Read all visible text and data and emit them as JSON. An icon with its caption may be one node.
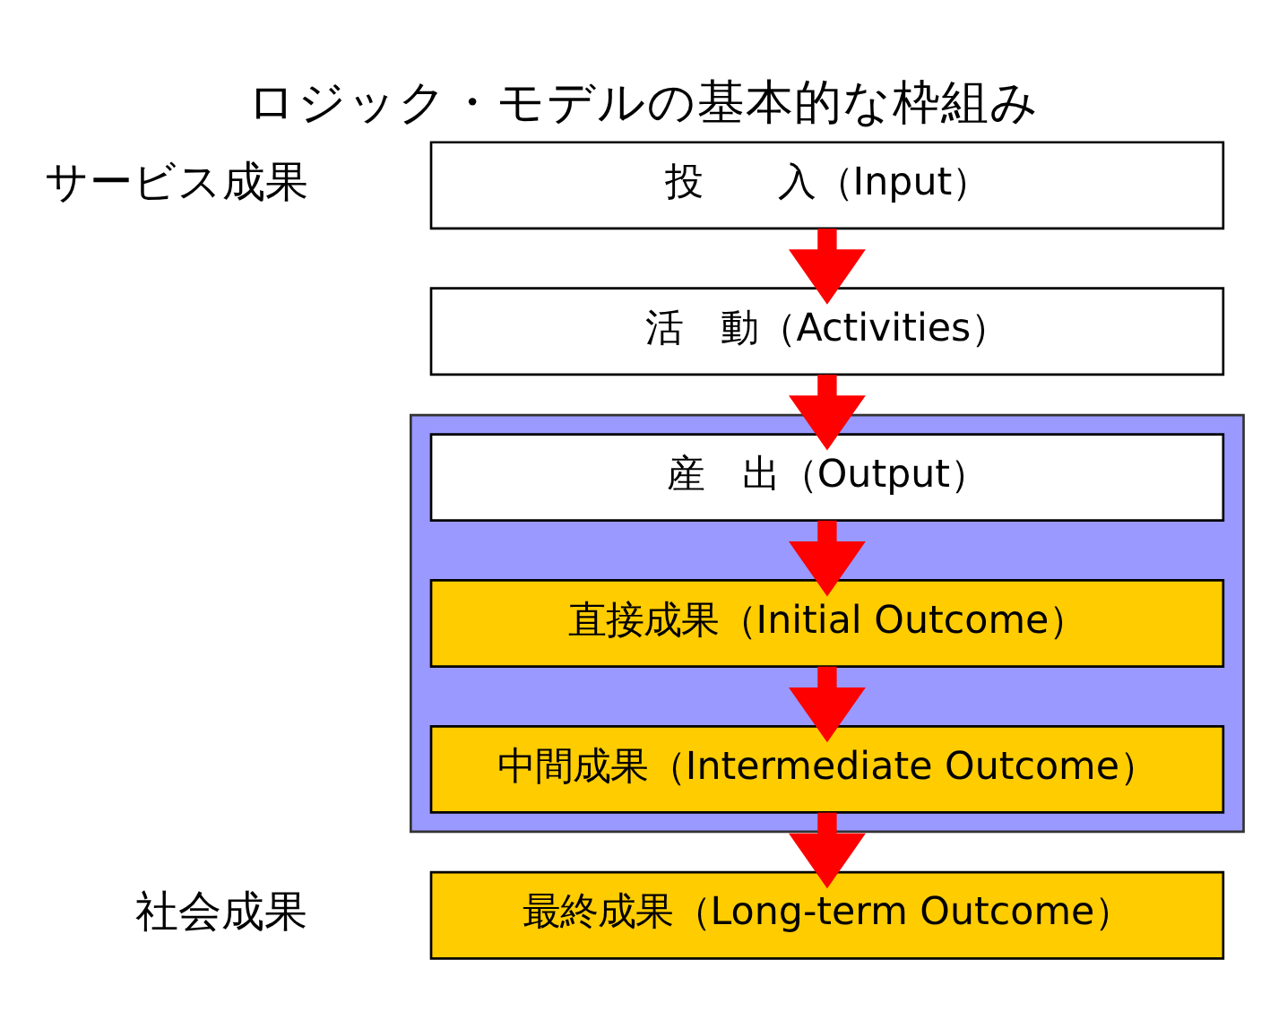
{
  "diagram": {
    "title": "ロジック・モデルの基本的な枠組み",
    "nodes": [
      {
        "text": [
          "投　　入（Input）"
        ]
      },
      {
        "text": [
          "活　動（Activities）"
        ]
      },
      {
        "text": [],
        "shape": "box"
      },
      {
        "text": [
          "産　出（Output）"
        ],
        "in": 2
      },
      {
        "text": [
          "直接成果（Initial Outcome）"
        ],
        "in": 2
      },
      {
        "text": [
          "中間成果（Intermediate Outcome）"
        ],
        "in": 2
      },
      {
        "text": [
          "最終成果（Long-term Outcome）"
        ]
      }
    ],
    "edges": [
      {
        "from": 0,
        "to": 1,
        "arrow": "to"
      },
      {
        "from": 1,
        "to": 3,
        "arrow": "to"
      },
      {
        "from": 3,
        "to": 4,
        "arrow": "to"
      },
      {
        "from": 4,
        "to": 5,
        "arrow": "to"
      },
      {
        "from": 5,
        "to": 6,
        "arrow": "to"
      }
    ],
    "labels": [
      "サービス成果",
      "社会成果"
    ]
  }
}
